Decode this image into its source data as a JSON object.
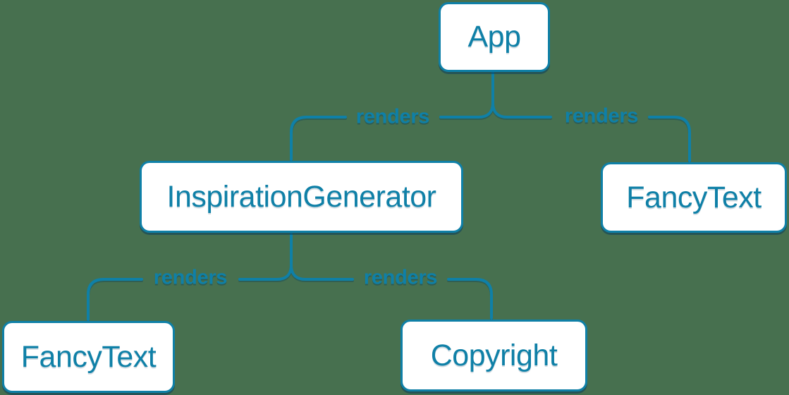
{
  "colors": {
    "background": "#47704f",
    "accent_blue": "#0f80a7",
    "node_fill": "#ffffff",
    "shadow_blue": "#093e5c"
  },
  "diagram": {
    "type": "tree",
    "description_of_structure": "component render tree",
    "nodes": [
      {
        "id": "app",
        "label": "App"
      },
      {
        "id": "inspiration-generator",
        "label": "InspirationGenerator"
      },
      {
        "id": "fancy-text-top-right",
        "label": "FancyText"
      },
      {
        "id": "fancy-text-bottom-left",
        "label": "FancyText"
      },
      {
        "id": "copyright",
        "label": "Copyright"
      }
    ],
    "edges": [
      {
        "from": "App",
        "to": "InspirationGenerator",
        "label": "renders"
      },
      {
        "from": "App",
        "to": "FancyText",
        "label": "renders"
      },
      {
        "from": "InspirationGenerator",
        "to": "FancyText",
        "label": "renders"
      },
      {
        "from": "InspirationGenerator",
        "to": "Copyright",
        "label": "renders"
      }
    ]
  }
}
